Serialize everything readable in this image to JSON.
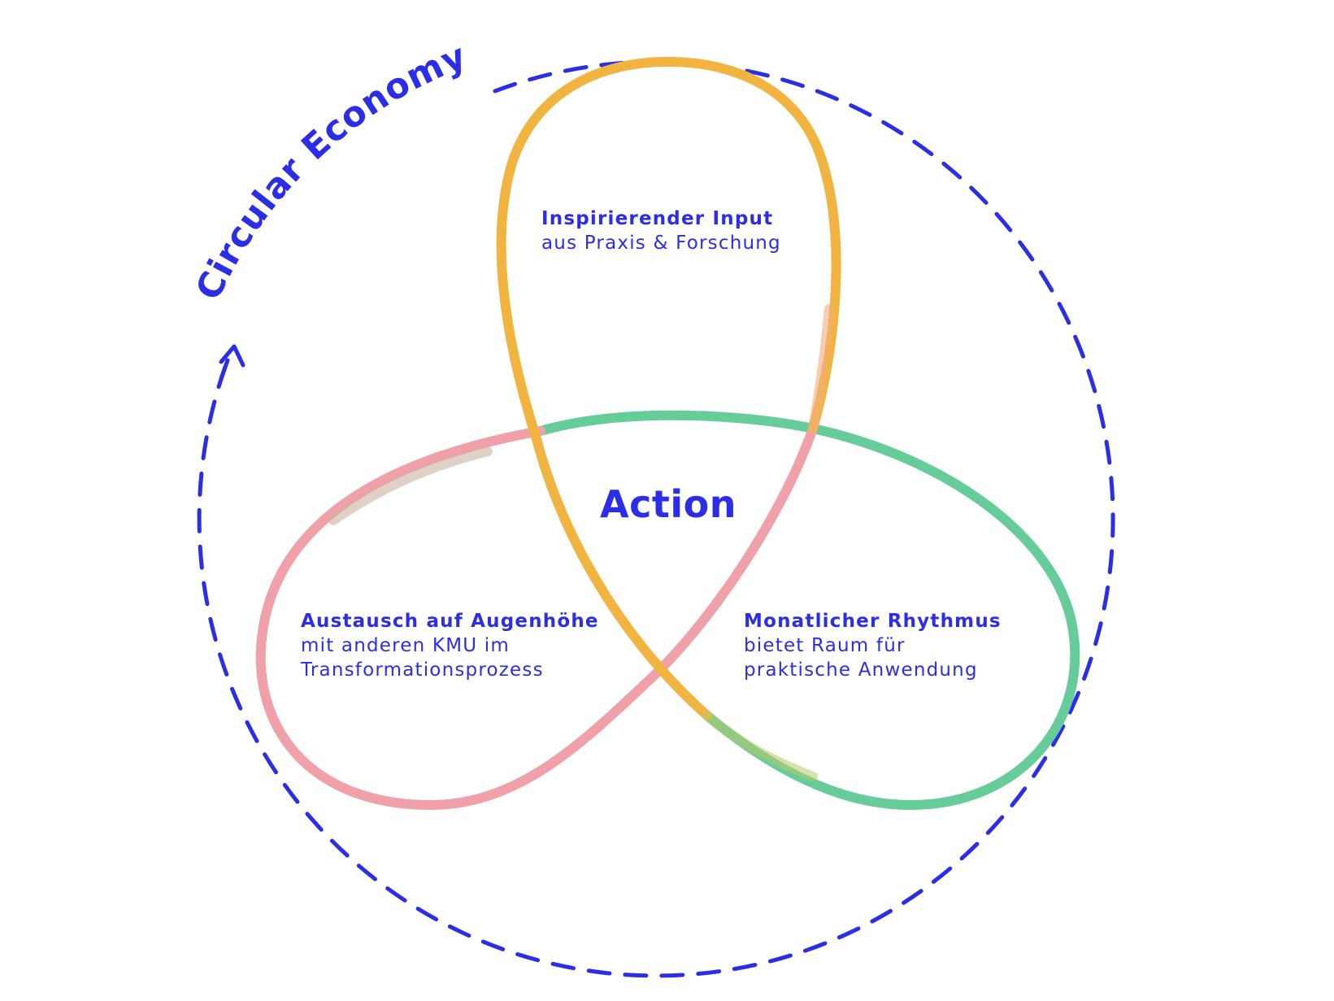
{
  "colors": {
    "text": "#2b2ee6",
    "dashed_circle": "#2b2ee6",
    "loop_top": "#f2b441",
    "loop_left": "#efa0a8",
    "loop_right": "#66cc99"
  },
  "outer_cycle": {
    "label": "Circular Economy",
    "arrow_icon": "arrow-head-icon"
  },
  "center": {
    "label": "Action"
  },
  "loops": {
    "top": {
      "title": "Inspirierender Input",
      "subtitle_lines": [
        "aus Praxis & Forschung"
      ]
    },
    "left": {
      "title": "Austausch auf Augenhöhe",
      "subtitle_lines": [
        "mit anderen KMU im",
        "Transformationsprozess"
      ]
    },
    "right": {
      "title": "Monatlicher Rhythmus",
      "subtitle_lines": [
        "bietet Raum für",
        "praktische Anwendung"
      ]
    }
  }
}
